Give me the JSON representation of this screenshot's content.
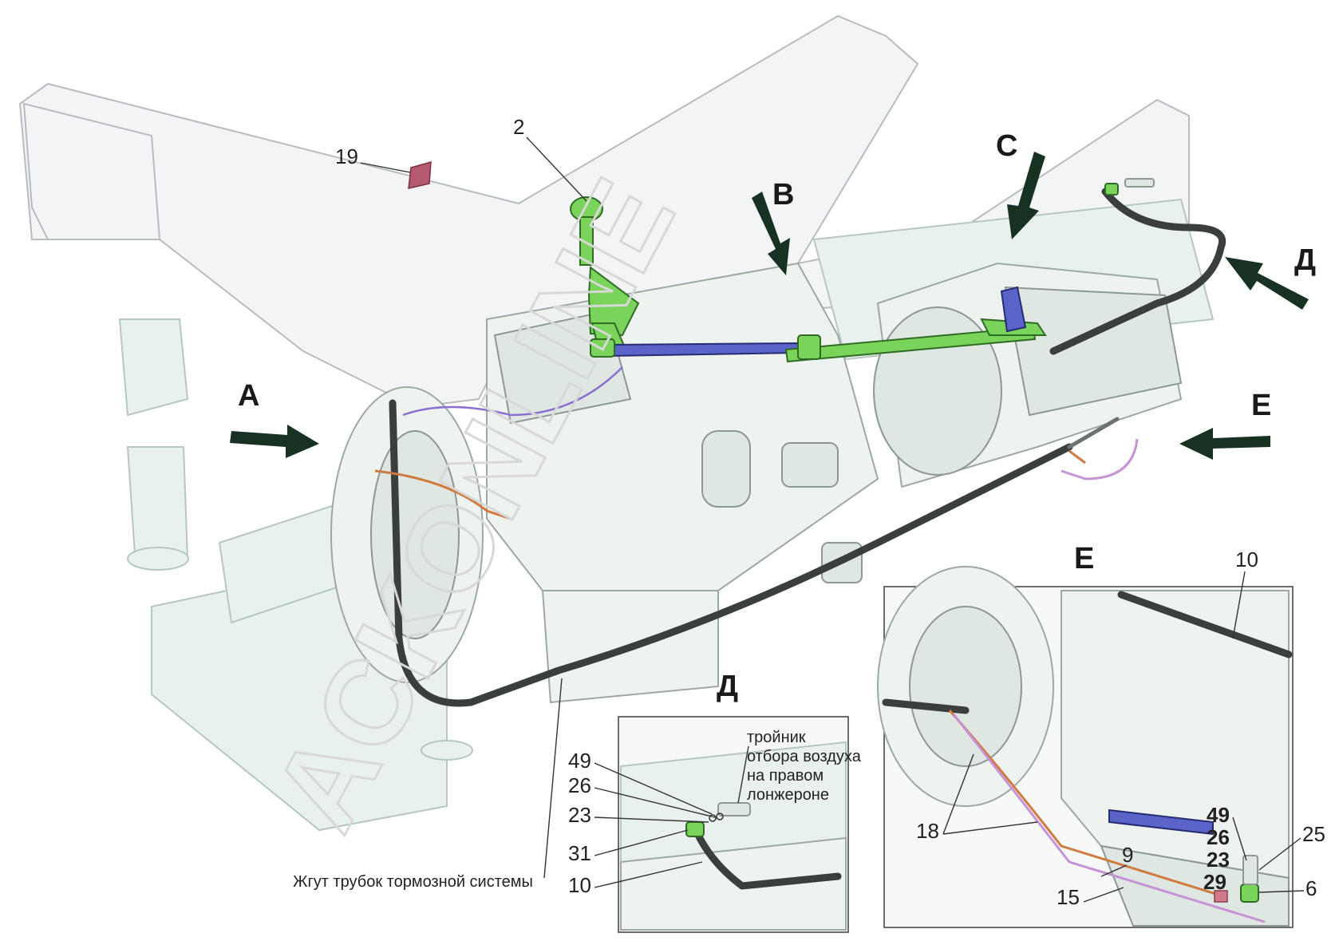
{
  "watermark": "ACKONLINE",
  "view_letters": {
    "a": "А",
    "b": "В",
    "c": "С",
    "d": "Д",
    "e": "Е"
  },
  "inset_titles": {
    "d": "Д",
    "e": "Е"
  },
  "callouts_main": {
    "c2": "2",
    "c19": "19",
    "harness": "Жгут трубок тормозной системы"
  },
  "inset_d": {
    "c49": "49",
    "c26": "26",
    "c23": "23",
    "c31": "31",
    "c10": "10",
    "note_line1": "тройник",
    "note_line2": "отбора воздуха",
    "note_line3": "на правом",
    "note_line4": "лонжероне"
  },
  "inset_e": {
    "c10": "10",
    "c18": "18",
    "c9": "9",
    "c15": "15",
    "c49": "49",
    "c26": "26",
    "c23": "23",
    "c29": "29",
    "c25": "25",
    "c6": "6"
  },
  "colors": {
    "part_green": "#7ad35a",
    "part_blue": "#5a63c8",
    "arrow": "#173223",
    "marker_19": "#b55a6f"
  }
}
